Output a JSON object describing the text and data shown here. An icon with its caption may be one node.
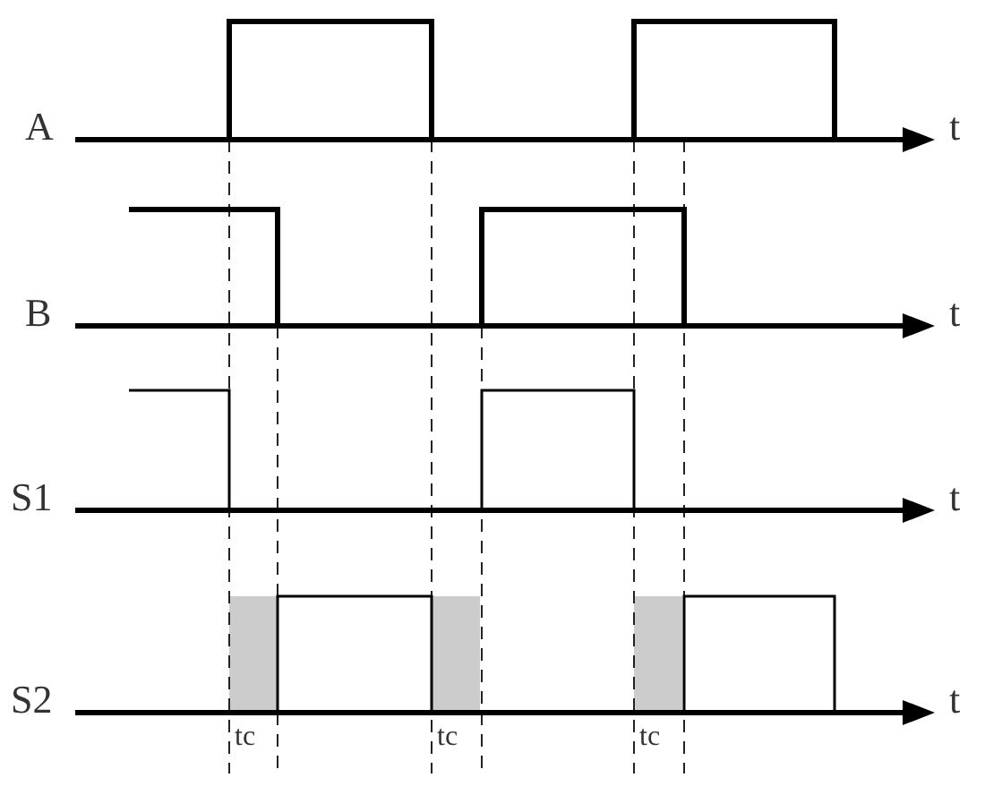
{
  "diagram": {
    "labels": [
      "A",
      "t",
      "B",
      "t",
      "S1",
      "t",
      "S2",
      "t",
      "tc",
      "tc",
      "tc"
    ]
  }
}
